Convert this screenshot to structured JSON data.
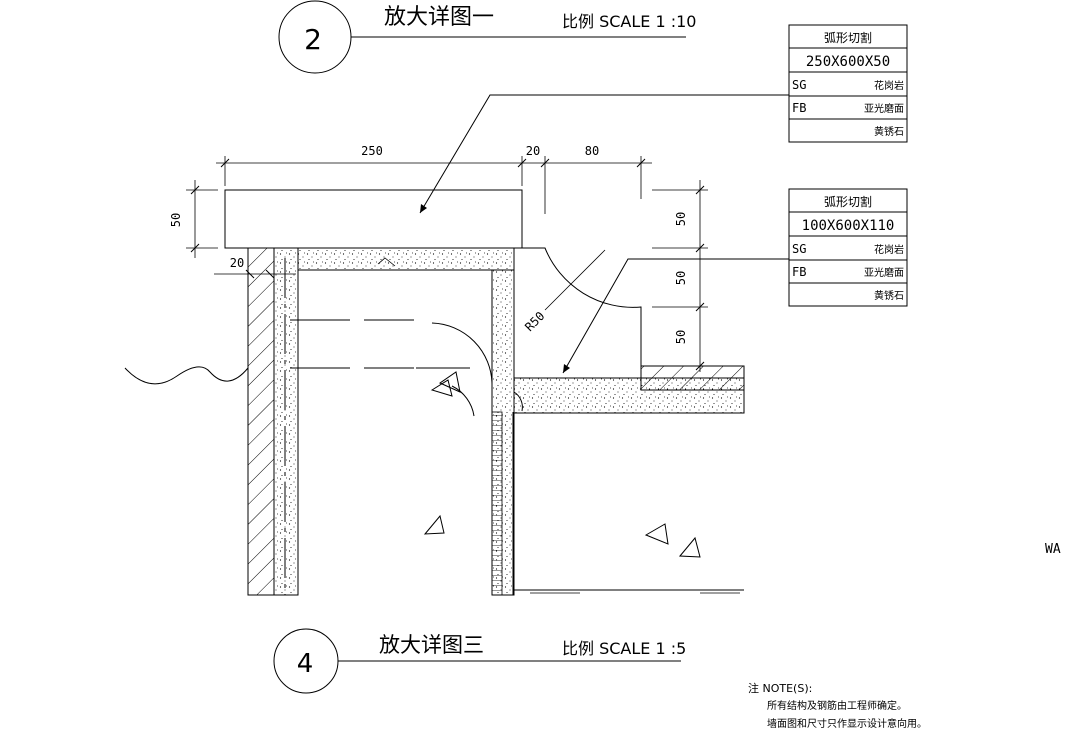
{
  "detail_2": {
    "number": "2",
    "title": "放大详图一",
    "scale_label": "比例 SCALE 1 :10"
  },
  "detail_4": {
    "number": "4",
    "title": "放大详图三",
    "scale_label": "比例 SCALE 1 :5"
  },
  "spec_table_top": {
    "header": "弧形切割",
    "size": "250X600X50",
    "rows": [
      {
        "code": "SG",
        "material": "花岗岩"
      },
      {
        "code": "FB",
        "material": "亚光磨面"
      },
      {
        "code": "",
        "material": "黄锈石"
      }
    ]
  },
  "spec_table_bottom": {
    "header": "弧形切割",
    "size": "100X600X110",
    "rows": [
      {
        "code": "SG",
        "material": "花岗岩"
      },
      {
        "code": "FB",
        "material": "亚光磨面"
      },
      {
        "code": "",
        "material": "黄锈石"
      }
    ]
  },
  "dimensions": {
    "top_250": "250",
    "top_20": "20",
    "top_80": "80",
    "left_50": "50",
    "left_20": "20",
    "right_50_a": "50",
    "right_50_b": "50",
    "right_50_c": "50",
    "radius": "R50"
  },
  "cutoff_text": "WA",
  "notes": {
    "label": "注  NOTE(S):",
    "line1": "所有结构及钢筋由工程师确定。",
    "line2": "墙面图和尺寸只作显示设计意向用。"
  }
}
